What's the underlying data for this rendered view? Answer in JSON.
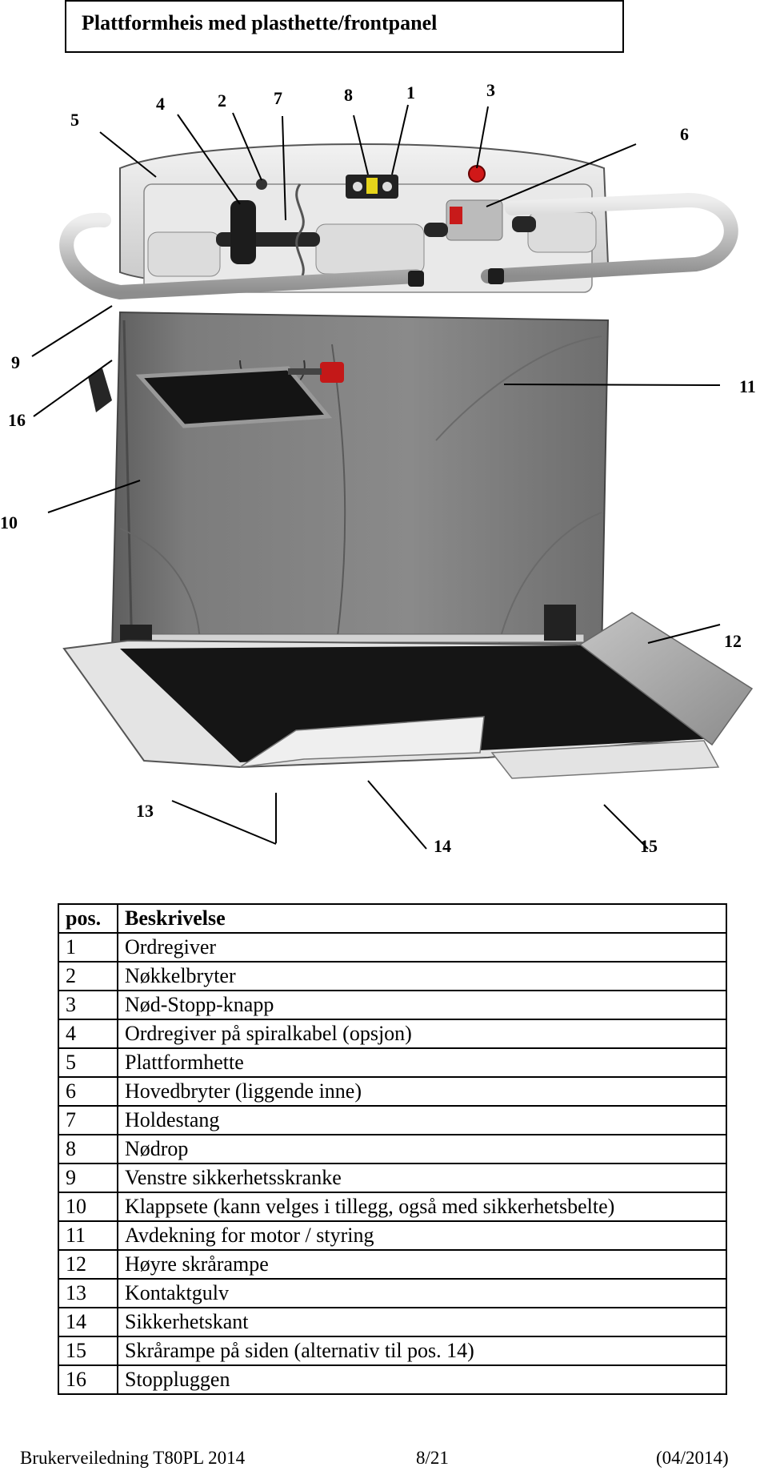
{
  "title": "Plattformheis med plasthette/frontpanel",
  "figure": {
    "callouts": [
      "5",
      "4",
      "2",
      "7",
      "8",
      "1",
      "3",
      "6",
      "9",
      "16",
      "11",
      "10",
      "12",
      "13",
      "14",
      "15"
    ]
  },
  "table": {
    "headers": [
      "pos.",
      "Beskrivelse"
    ],
    "rows": [
      [
        "1",
        "Ordregiver"
      ],
      [
        "2",
        "Nøkkelbryter"
      ],
      [
        "3",
        "Nød-Stopp-knapp"
      ],
      [
        "4",
        "Ordregiver på spiralkabel (opsjon)"
      ],
      [
        "5",
        "Plattformhette"
      ],
      [
        "6",
        "Hovedbryter  (liggende inne)"
      ],
      [
        "7",
        "Holdestang"
      ],
      [
        "8",
        "Nødrop"
      ],
      [
        "9",
        "Venstre sikkerhetsskranke"
      ],
      [
        "10",
        "Klappsete (kann velges i tillegg, også med sikkerhetsbelte)"
      ],
      [
        "11",
        "Avdekning for motor / styring"
      ],
      [
        "12",
        "Høyre skrårampe"
      ],
      [
        "13",
        "Kontaktgulv"
      ],
      [
        "14",
        "Sikkerhetskant"
      ],
      [
        "15",
        "Skrårampe på siden (alternativ til pos. 14)"
      ],
      [
        "16",
        "Stoppluggen"
      ]
    ]
  },
  "footer": {
    "left": "Brukerveiledning  T80PL 2014",
    "center": "8/21",
    "right": "(04/2014)"
  }
}
